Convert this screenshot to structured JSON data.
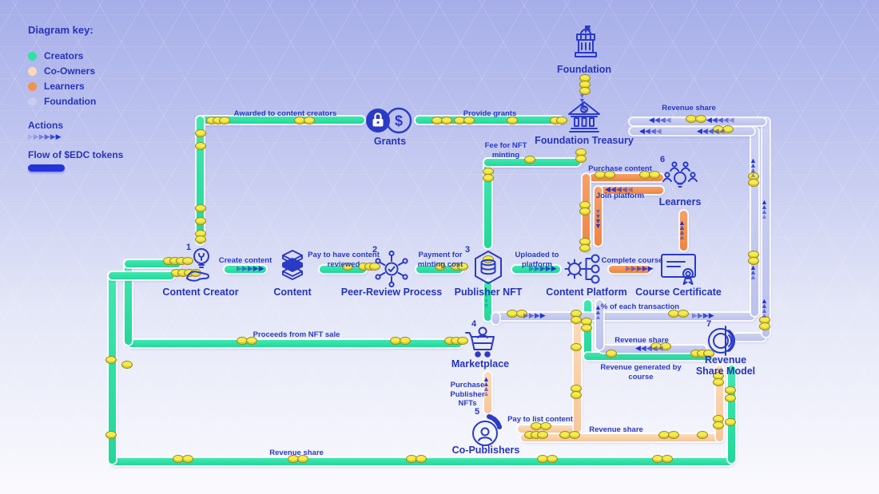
{
  "key": {
    "title": "Diagram key:",
    "legend": [
      {
        "label": "Creators",
        "color": "#2ee0a4"
      },
      {
        "label": "Co-Owners",
        "color": "#fbd9b8"
      },
      {
        "label": "Learners",
        "color": "#f2914f"
      },
      {
        "label": "Foundation",
        "color": "#c7cdf0"
      }
    ],
    "actions_label": "Actions",
    "flow_label": "Flow of $EDC tokens",
    "flow_color": "#2633d9",
    "action_arrow_color": "#2431cf",
    "coin_color": "#f4eb4e"
  },
  "nodes": {
    "foundation": {
      "label": "Foundation"
    },
    "treasury": {
      "label": "Foundation Treasury"
    },
    "grants": {
      "label": "Grants"
    },
    "learners": {
      "label": "Learners",
      "number": "6"
    },
    "creator": {
      "label": "Content Creator",
      "number": "1"
    },
    "content": {
      "label": "Content"
    },
    "peer_review": {
      "label": "Peer-Review Process",
      "number": "2"
    },
    "publisher_nft": {
      "label": "Publisher NFT",
      "number": "3"
    },
    "platform": {
      "label": "Content Platform"
    },
    "certificate": {
      "label": "Course Certificate"
    },
    "marketplace": {
      "label": "Marketplace",
      "number": "4"
    },
    "co_publishers": {
      "label": "Co-Publishers",
      "number": "5"
    },
    "revenue_model": {
      "label": "Revenue\nShare Model",
      "number": "7"
    }
  },
  "flows": {
    "awarded": "Awarded to content creators",
    "provide_grants": "Provide grants",
    "fee_nft": "Fee for NFT\nminting",
    "revenue_share_top": "Revenue share",
    "purchase_content": "Purchase content",
    "join_platform": "Join platform",
    "create_content": "Create content",
    "pay_review": "Pay to have content\nreviewed",
    "payment_minting": "Payment for\nminting cost",
    "uploaded": "Uploaded to\nplatform",
    "complete_course": "Complete course",
    "pct_transaction": "% of each transaction",
    "proceeds_nft": "Proceeds from NFT sale",
    "revenue_share_mid": "Revenue share",
    "revenue_generated": "Revenue generated by\ncourse",
    "purchase_publisher_nfts": "Purchase\nPublisher\nNFTs",
    "pay_to_list": "Pay to list content",
    "revenue_share_copub": "Revenue share",
    "revenue_share_bottom": "Revenue share"
  }
}
